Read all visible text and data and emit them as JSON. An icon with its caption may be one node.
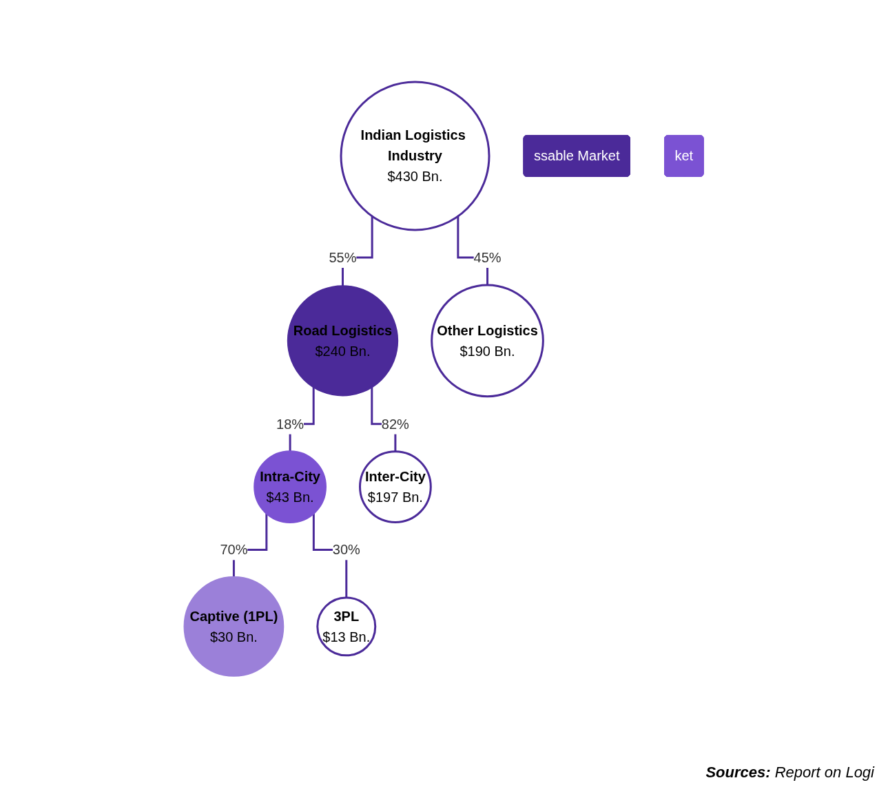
{
  "diagram": {
    "nodes": [
      {
        "text": [
          "Indian Logistics Industry",
          "$430 Bn."
        ]
      },
      {
        "text": [
          "Road Logistics",
          "$240 Bn."
        ]
      },
      {
        "text": [
          "Other Logistics",
          "$190 Bn."
        ]
      },
      {
        "text": [
          "Intra-City",
          "$43 Bn."
        ]
      },
      {
        "text": [
          "Inter-City",
          "$197 Bn."
        ]
      },
      {
        "text": [
          "Captive (1PL)",
          "$30 Bn."
        ]
      },
      {
        "text": [
          "3PL",
          "$13 Bn."
        ]
      },
      {
        "text": [
          "ssable Market"
        ]
      },
      {
        "text": [
          "ket"
        ]
      }
    ],
    "edges": [
      {
        "from": 0,
        "to": 1,
        "arrow": "none",
        "label": "55%"
      },
      {
        "from": 0,
        "to": 2,
        "arrow": "none",
        "label": "45%"
      },
      {
        "from": 1,
        "to": 3,
        "arrow": "none",
        "label": "18%"
      },
      {
        "from": 1,
        "to": 4,
        "arrow": "none",
        "label": "82%"
      },
      {
        "from": 3,
        "to": 5,
        "arrow": "none",
        "label": "70%"
      },
      {
        "from": 3,
        "to": 6,
        "arrow": "none",
        "label": "30%"
      }
    ],
    "caption": "**Sources:** Report on Logi"
  }
}
